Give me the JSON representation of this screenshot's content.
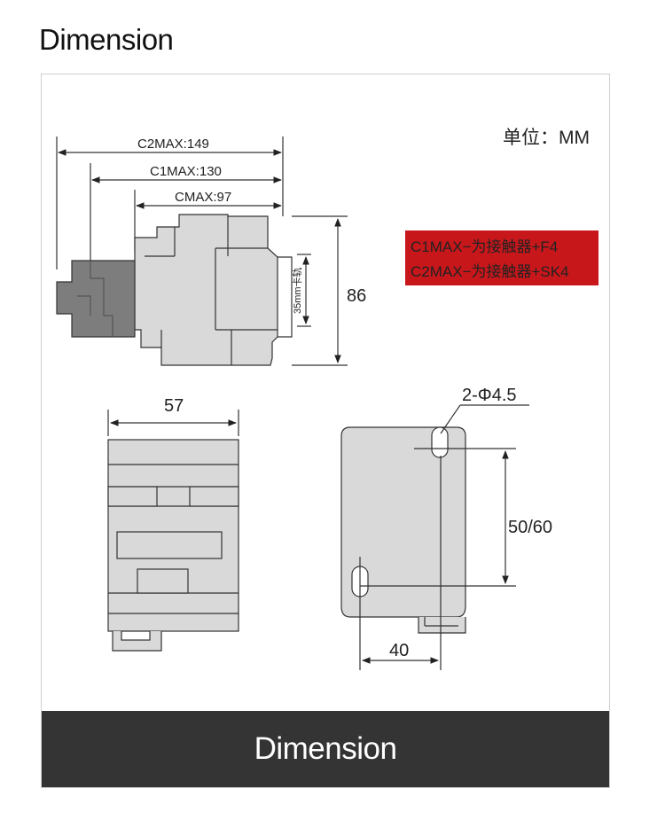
{
  "page": {
    "title": "Dimension"
  },
  "drawing": {
    "unit_label": "单位：MM",
    "legend_line1": "C1MAX−为接触器+F4",
    "legend_line2": "C2MAX−为接触器+SK4",
    "dim_c2max": "C2MAX:149",
    "dim_c1max": "C1MAX:130",
    "dim_cmax": "CMAX:97",
    "dim_height": "86",
    "rail_label": "35mm卡轨",
    "dim_width": "57",
    "dim_holes": "2-Φ4.5",
    "dim_hole_vertical": "50/60",
    "dim_hole_horizontal": "40",
    "colors": {
      "accent_red": "#c8171b",
      "body_gray": "#d8d8d8",
      "module_gray": "#7d7d7d"
    }
  },
  "caption": {
    "text": "Dimension"
  }
}
